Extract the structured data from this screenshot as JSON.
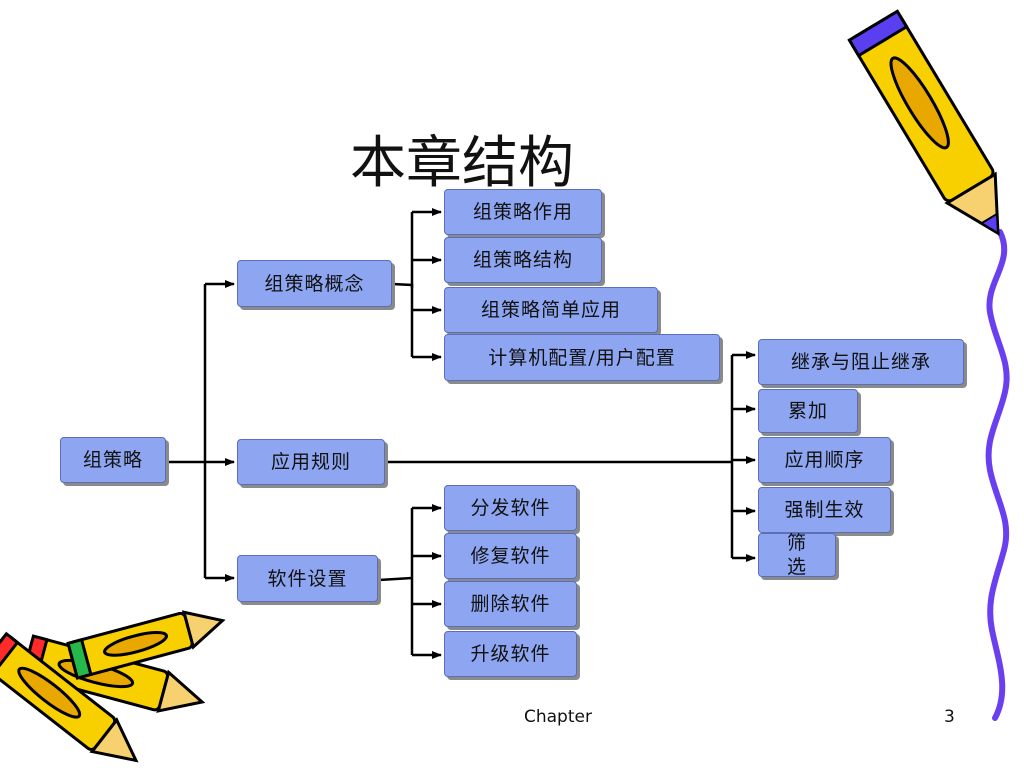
{
  "title": "本章结构",
  "nodes": {
    "root": "组策略",
    "concept": "组策略概念",
    "apply_rules": "应用规则",
    "software": "软件设置",
    "gp_role": "组策略作用",
    "gp_structure": "组策略结构",
    "gp_simple": "组策略简单应用",
    "computer_user": "计算机配置/用户配置",
    "inherit": "继承与阻止继承",
    "accumulate": "累加",
    "order": "应用顺序",
    "enforce": "强制生效",
    "filter": "筛选",
    "distribute": "分发软件",
    "repair": "修复软件",
    "remove": "删除软件",
    "upgrade": "升级软件"
  },
  "footer": {
    "chapter": "Chapter",
    "page": "3"
  },
  "colors": {
    "node_fill": "#8ea6f1",
    "node_border": "#5b6fb8",
    "shadow": "#8a8a8a",
    "connector": "#000000",
    "ribbon": "#6a3ff0"
  },
  "decorations": [
    "pencil-icon",
    "ribbon-line"
  ]
}
